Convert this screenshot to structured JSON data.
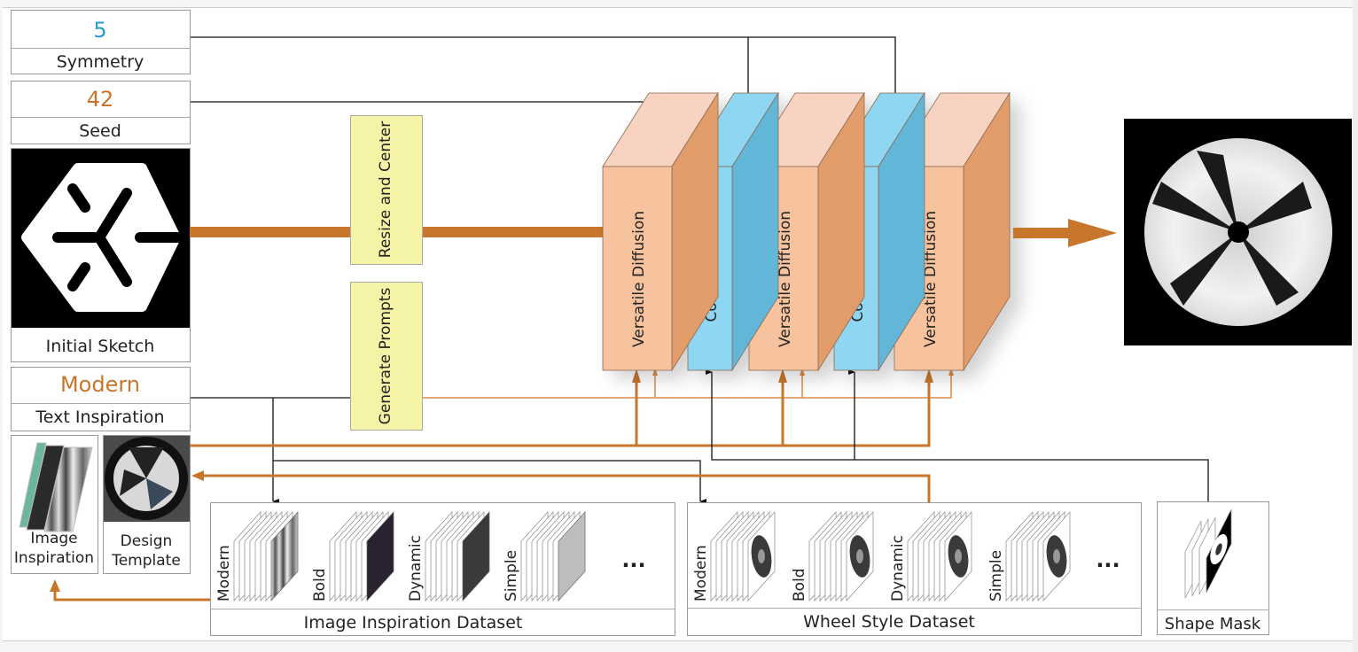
{
  "inputs": {
    "symmetry": {
      "value": "5",
      "label": "Symmetry"
    },
    "seed": {
      "value": "42",
      "label": "Seed"
    },
    "initial_sketch": {
      "label": "Initial Sketch"
    },
    "text_inspiration": {
      "value": "Modern",
      "label": "Text Inspiration"
    },
    "image_inspiration": {
      "label_line1": "Image",
      "label_line2": "Inspiration"
    },
    "design_template": {
      "label_line1": "Design",
      "label_line2": "Template"
    }
  },
  "preprocessing": {
    "resize": "Resize and Center",
    "prompts": "Generate Prompts"
  },
  "pipeline": {
    "blocks": [
      {
        "label": "Versatile Diffusion",
        "type": "diffusion"
      },
      {
        "label": "Constraints",
        "type": "constraint"
      },
      {
        "label": "Versatile Diffusion",
        "type": "diffusion"
      },
      {
        "label": "Constraints",
        "type": "constraint"
      },
      {
        "label": "Versatile Diffusion",
        "type": "diffusion"
      }
    ]
  },
  "datasets": {
    "image_inspiration": {
      "title": "Image Inspiration Dataset",
      "categories": [
        "Modern",
        "Bold",
        "Dynamic",
        "Simple"
      ],
      "more": "..."
    },
    "wheel_style": {
      "title": "Wheel Style Dataset",
      "categories": [
        "Modern",
        "Bold",
        "Dynamic",
        "Simple"
      ],
      "more": "..."
    },
    "shape_mask": {
      "title": "Shape Mask"
    }
  },
  "colors": {
    "symmetry_value": "#2a9bc9",
    "accent_orange": "#c8762b",
    "diffusion_front": "#f7c39f",
    "diffusion_top": "#f9d3c2",
    "diffusion_side": "#e39d6a",
    "constraint_front": "#8fd6f2",
    "constraint_side": "#62b6d8",
    "preprocess_fill": "#f5f3a6"
  }
}
